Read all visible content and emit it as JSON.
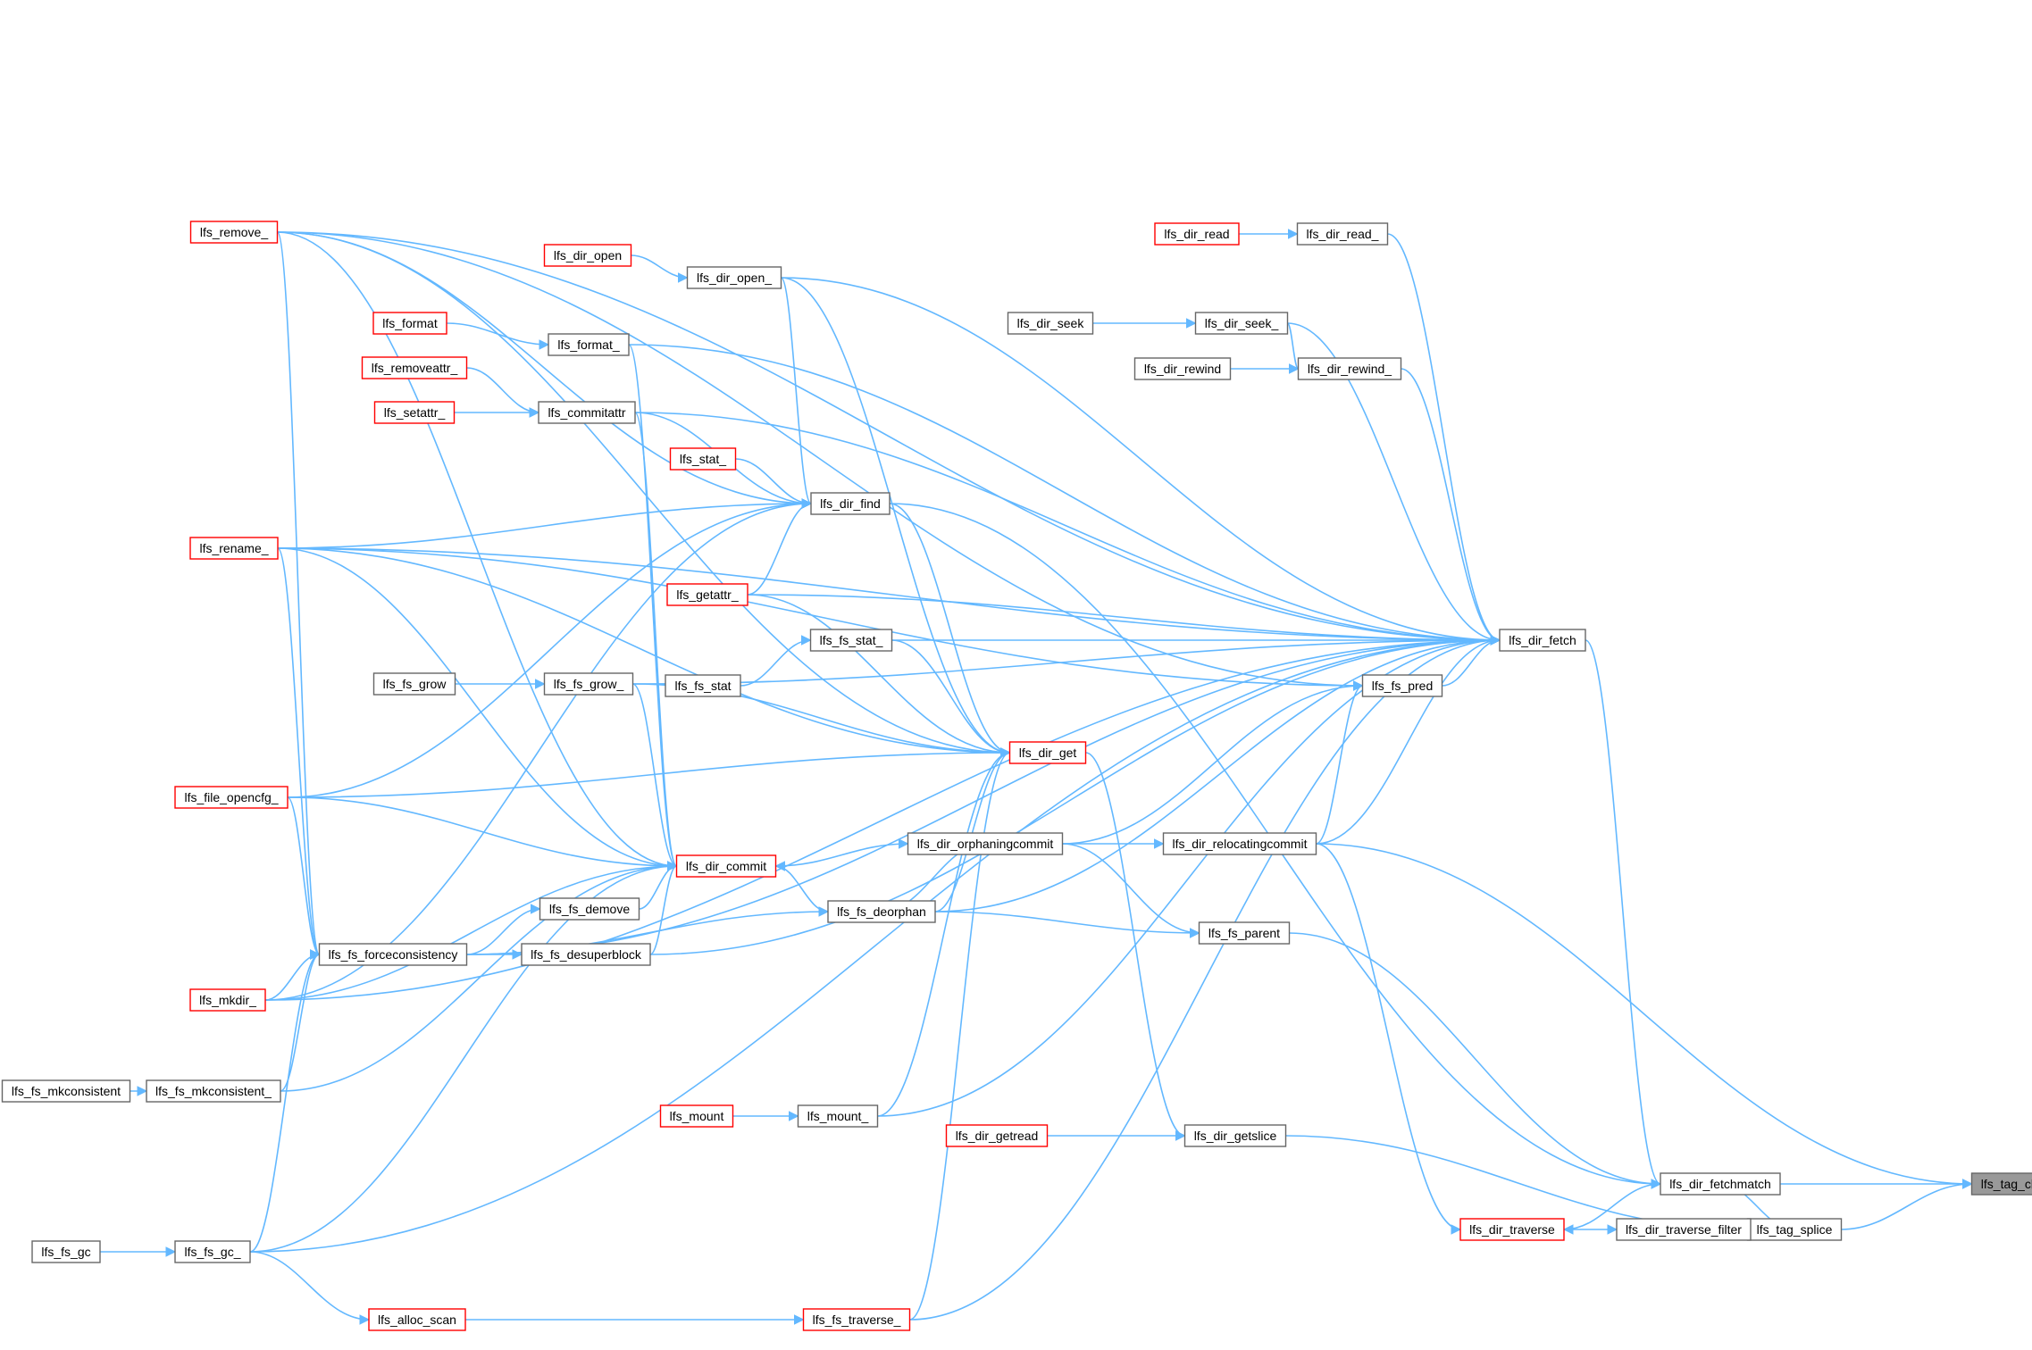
{
  "graph": {
    "target": "lfs_tag_chunk",
    "colors": {
      "edge": "#63b8ff",
      "box_border": "#666666",
      "red_border": "#ff0000",
      "current_fill": "#999999"
    },
    "nodes": [
      {
        "id": "lfs_tag_chunk",
        "label": "lfs_tag_chunk",
        "style": "current"
      },
      {
        "id": "lfs_dir_fetchmatch",
        "label": "lfs_dir_fetchmatch",
        "style": "normal"
      },
      {
        "id": "lfs_tag_splice",
        "label": "lfs_tag_splice",
        "style": "normal"
      },
      {
        "id": "lfs_dir_traverse_filter",
        "label": "lfs_dir_traverse_filter",
        "style": "normal"
      },
      {
        "id": "lfs_dir_traverse",
        "label": "lfs_dir_traverse",
        "style": "red"
      },
      {
        "id": "lfs_dir_fetch",
        "label": "lfs_dir_fetch",
        "style": "normal"
      },
      {
        "id": "lfs_fs_pred",
        "label": "lfs_fs_pred",
        "style": "normal"
      },
      {
        "id": "lfs_dir_relocatingcommit",
        "label": "lfs_dir_relocatingcommit",
        "style": "normal"
      },
      {
        "id": "lfs_fs_parent",
        "label": "lfs_fs_parent",
        "style": "normal"
      },
      {
        "id": "lfs_dir_getslice",
        "label": "lfs_dir_getslice",
        "style": "normal"
      },
      {
        "id": "lfs_dir_read_",
        "label": "lfs_dir_read_",
        "style": "normal"
      },
      {
        "id": "lfs_dir_read",
        "label": "lfs_dir_read",
        "style": "red"
      },
      {
        "id": "lfs_dir_seek_",
        "label": "lfs_dir_seek_",
        "style": "normal"
      },
      {
        "id": "lfs_dir_seek",
        "label": "lfs_dir_seek",
        "style": "normal"
      },
      {
        "id": "lfs_dir_rewind_",
        "label": "lfs_dir_rewind_",
        "style": "normal"
      },
      {
        "id": "lfs_dir_rewind",
        "label": "lfs_dir_rewind",
        "style": "normal"
      },
      {
        "id": "lfs_dir_getread",
        "label": "lfs_dir_getread",
        "style": "red"
      },
      {
        "id": "lfs_dir_get",
        "label": "lfs_dir_get",
        "style": "red"
      },
      {
        "id": "lfs_dir_orphaningcommit",
        "label": "lfs_dir_orphaningcommit",
        "style": "normal"
      },
      {
        "id": "lfs_fs_deorphan",
        "label": "lfs_fs_deorphan",
        "style": "normal"
      },
      {
        "id": "lfs_dir_commit",
        "label": "lfs_dir_commit",
        "style": "red"
      },
      {
        "id": "lfs_dir_find",
        "label": "lfs_dir_find",
        "style": "normal"
      },
      {
        "id": "lfs_fs_stat_",
        "label": "lfs_fs_stat_",
        "style": "normal"
      },
      {
        "id": "lfs_fs_stat",
        "label": "lfs_fs_stat",
        "style": "normal"
      },
      {
        "id": "lfs_getattr_",
        "label": "lfs_getattr_",
        "style": "red"
      },
      {
        "id": "lfs_stat_",
        "label": "lfs_stat_",
        "style": "red"
      },
      {
        "id": "lfs_mount_",
        "label": "lfs_mount_",
        "style": "normal"
      },
      {
        "id": "lfs_mount",
        "label": "lfs_mount",
        "style": "red"
      },
      {
        "id": "lfs_fs_traverse_",
        "label": "lfs_fs_traverse_",
        "style": "red"
      },
      {
        "id": "lfs_alloc_scan",
        "label": "lfs_alloc_scan",
        "style": "red"
      },
      {
        "id": "lfs_fs_gc_",
        "label": "lfs_fs_gc_",
        "style": "normal"
      },
      {
        "id": "lfs_fs_gc",
        "label": "lfs_fs_gc",
        "style": "normal"
      },
      {
        "id": "lfs_fs_mkconsistent_",
        "label": "lfs_fs_mkconsistent_",
        "style": "normal"
      },
      {
        "id": "lfs_fs_mkconsistent",
        "label": "lfs_fs_mkconsistent",
        "style": "normal"
      },
      {
        "id": "lfs_mkdir_",
        "label": "lfs_mkdir_",
        "style": "red"
      },
      {
        "id": "lfs_fs_forceconsistency",
        "label": "lfs_fs_forceconsistency",
        "style": "normal"
      },
      {
        "id": "lfs_fs_desuperblock",
        "label": "lfs_fs_desuperblock",
        "style": "normal"
      },
      {
        "id": "lfs_fs_demove",
        "label": "lfs_fs_demove",
        "style": "normal"
      },
      {
        "id": "lfs_file_opencfg_",
        "label": "lfs_file_opencfg_",
        "style": "red"
      },
      {
        "id": "lfs_fs_grow_",
        "label": "lfs_fs_grow_",
        "style": "normal"
      },
      {
        "id": "lfs_fs_grow",
        "label": "lfs_fs_grow",
        "style": "normal"
      },
      {
        "id": "lfs_rename_",
        "label": "lfs_rename_",
        "style": "red"
      },
      {
        "id": "lfs_remove_",
        "label": "lfs_remove_",
        "style": "red"
      },
      {
        "id": "lfs_commitattr",
        "label": "lfs_commitattr",
        "style": "normal"
      },
      {
        "id": "lfs_setattr_",
        "label": "lfs_setattr_",
        "style": "red"
      },
      {
        "id": "lfs_removeattr_",
        "label": "lfs_removeattr_",
        "style": "red"
      },
      {
        "id": "lfs_format_",
        "label": "lfs_format_",
        "style": "normal"
      },
      {
        "id": "lfs_format",
        "label": "lfs_format",
        "style": "red"
      },
      {
        "id": "lfs_dir_open_",
        "label": "lfs_dir_open_",
        "style": "normal"
      },
      {
        "id": "lfs_dir_open",
        "label": "lfs_dir_open",
        "style": "red"
      }
    ],
    "edges": [
      [
        "lfs_tag_chunk",
        "lfs_dir_fetchmatch"
      ],
      [
        "lfs_tag_chunk",
        "lfs_tag_splice"
      ],
      [
        "lfs_tag_chunk",
        "lfs_dir_relocatingcommit"
      ],
      [
        "lfs_tag_splice",
        "lfs_dir_fetchmatch"
      ],
      [
        "lfs_tag_splice",
        "lfs_dir_traverse_filter"
      ],
      [
        "lfs_tag_splice",
        "lfs_dir_getslice"
      ],
      [
        "lfs_dir_traverse_filter",
        "lfs_dir_traverse"
      ],
      [
        "lfs_dir_traverse",
        "lfs_dir_relocatingcommit"
      ],
      [
        "lfs_dir_traverse",
        "lfs_dir_fetchmatch"
      ],
      [
        "lfs_dir_fetchmatch",
        "lfs_dir_fetch"
      ],
      [
        "lfs_dir_fetchmatch",
        "lfs_fs_parent"
      ],
      [
        "lfs_dir_fetchmatch",
        "lfs_dir_find"
      ],
      [
        "lfs_dir_relocatingcommit",
        "lfs_dir_orphaningcommit"
      ],
      [
        "lfs_dir_orphaningcommit",
        "lfs_dir_commit"
      ],
      [
        "lfs_dir_orphaningcommit",
        "lfs_fs_deorphan"
      ],
      [
        "lfs_fs_parent",
        "lfs_dir_orphaningcommit"
      ],
      [
        "lfs_fs_parent",
        "lfs_fs_deorphan"
      ],
      [
        "lfs_fs_pred",
        "lfs_dir_orphaningcommit"
      ],
      [
        "lfs_fs_pred",
        "lfs_dir_relocatingcommit"
      ],
      [
        "lfs_fs_pred",
        "lfs_remove_"
      ],
      [
        "lfs_fs_pred",
        "lfs_rename_"
      ],
      [
        "lfs_dir_getslice",
        "lfs_dir_get"
      ],
      [
        "lfs_dir_getslice",
        "lfs_dir_getread"
      ],
      [
        "lfs_dir_read_",
        "lfs_dir_read"
      ],
      [
        "lfs_dir_seek_",
        "lfs_dir_seek"
      ],
      [
        "lfs_dir_rewind_",
        "lfs_dir_rewind"
      ],
      [
        "lfs_dir_rewind_",
        "lfs_dir_seek_"
      ],
      [
        "lfs_dir_fetch",
        "lfs_dir_read_"
      ],
      [
        "lfs_dir_fetch",
        "lfs_dir_seek_"
      ],
      [
        "lfs_dir_fetch",
        "lfs_dir_rewind_"
      ],
      [
        "lfs_dir_fetch",
        "lfs_fs_pred"
      ],
      [
        "lfs_dir_fetch",
        "lfs_dir_relocatingcommit"
      ],
      [
        "lfs_dir_fetch",
        "lfs_fs_stat_"
      ],
      [
        "lfs_dir_fetch",
        "lfs_getattr_"
      ],
      [
        "lfs_dir_fetch",
        "lfs_fs_grow_"
      ],
      [
        "lfs_dir_fetch",
        "lfs_remove_"
      ],
      [
        "lfs_dir_fetch",
        "lfs_format_"
      ],
      [
        "lfs_dir_fetch",
        "lfs_dir_open_"
      ],
      [
        "lfs_dir_fetch",
        "lfs_commitattr"
      ],
      [
        "lfs_dir_fetch",
        "lfs_fs_deorphan"
      ],
      [
        "lfs_dir_fetch",
        "lfs_fs_forceconsistency"
      ],
      [
        "lfs_dir_fetch",
        "lfs_fs_desuperblock"
      ],
      [
        "lfs_dir_fetch",
        "lfs_mkdir_"
      ],
      [
        "lfs_dir_fetch",
        "lfs_fs_gc_"
      ],
      [
        "lfs_dir_fetch",
        "lfs_mount_"
      ],
      [
        "lfs_dir_fetch",
        "lfs_fs_traverse_"
      ],
      [
        "lfs_dir_fetch",
        "lfs_rename_"
      ],
      [
        "lfs_dir_get",
        "lfs_dir_find"
      ],
      [
        "lfs_dir_get",
        "lfs_fs_stat_"
      ],
      [
        "lfs_dir_get",
        "lfs_getattr_"
      ],
      [
        "lfs_dir_get",
        "lfs_fs_grow_"
      ],
      [
        "lfs_dir_get",
        "lfs_file_opencfg_"
      ],
      [
        "lfs_dir_get",
        "lfs_remove_"
      ],
      [
        "lfs_dir_get",
        "lfs_rename_"
      ],
      [
        "lfs_dir_get",
        "lfs_dir_open_"
      ],
      [
        "lfs_dir_get",
        "lfs_fs_deorphan"
      ],
      [
        "lfs_dir_get",
        "lfs_mount_"
      ],
      [
        "lfs_dir_get",
        "lfs_fs_traverse_"
      ],
      [
        "lfs_dir_find",
        "lfs_stat_"
      ],
      [
        "lfs_dir_find",
        "lfs_getattr_"
      ],
      [
        "lfs_dir_find",
        "lfs_rename_"
      ],
      [
        "lfs_dir_find",
        "lfs_remove_"
      ],
      [
        "lfs_dir_find",
        "lfs_commitattr"
      ],
      [
        "lfs_dir_find",
        "lfs_dir_open_"
      ],
      [
        "lfs_dir_find",
        "lfs_file_opencfg_"
      ],
      [
        "lfs_dir_find",
        "lfs_mkdir_"
      ],
      [
        "lfs_fs_stat_",
        "lfs_fs_stat"
      ],
      [
        "lfs_dir_commit",
        "lfs_fs_deorphan"
      ],
      [
        "lfs_dir_commit",
        "lfs_fs_demove"
      ],
      [
        "lfs_dir_commit",
        "lfs_fs_desuperblock"
      ],
      [
        "lfs_dir_commit",
        "lfs_mkdir_"
      ],
      [
        "lfs_dir_commit",
        "lfs_file_opencfg_"
      ],
      [
        "lfs_dir_commit",
        "lfs_fs_grow_"
      ],
      [
        "lfs_dir_commit",
        "lfs_commitattr"
      ],
      [
        "lfs_dir_commit",
        "lfs_format_"
      ],
      [
        "lfs_dir_commit",
        "lfs_rename_"
      ],
      [
        "lfs_dir_commit",
        "lfs_remove_"
      ],
      [
        "lfs_dir_commit",
        "lfs_fs_mkconsistent_"
      ],
      [
        "lfs_dir_commit",
        "lfs_fs_gc_"
      ],
      [
        "lfs_fs_deorphan",
        "lfs_fs_forceconsistency"
      ],
      [
        "lfs_fs_demove",
        "lfs_fs_forceconsistency"
      ],
      [
        "lfs_fs_desuperblock",
        "lfs_fs_forceconsistency"
      ],
      [
        "lfs_fs_forceconsistency",
        "lfs_mkdir_"
      ],
      [
        "lfs_fs_forceconsistency",
        "lfs_fs_mkconsistent_"
      ],
      [
        "lfs_fs_forceconsistency",
        "lfs_fs_gc_"
      ],
      [
        "lfs_fs_forceconsistency",
        "lfs_file_opencfg_"
      ],
      [
        "lfs_fs_forceconsistency",
        "lfs_rename_"
      ],
      [
        "lfs_fs_forceconsistency",
        "lfs_remove_"
      ],
      [
        "lfs_fs_mkconsistent_",
        "lfs_fs_mkconsistent"
      ],
      [
        "lfs_fs_gc_",
        "lfs_fs_gc"
      ],
      [
        "lfs_alloc_scan",
        "lfs_fs_gc_"
      ],
      [
        "lfs_fs_traverse_",
        "lfs_alloc_scan"
      ],
      [
        "lfs_mount_",
        "lfs_mount"
      ],
      [
        "lfs_fs_grow_",
        "lfs_fs_grow"
      ],
      [
        "lfs_commitattr",
        "lfs_setattr_"
      ],
      [
        "lfs_commitattr",
        "lfs_removeattr_"
      ],
      [
        "lfs_format_",
        "lfs_format"
      ],
      [
        "lfs_dir_open_",
        "lfs_dir_open"
      ]
    ]
  }
}
